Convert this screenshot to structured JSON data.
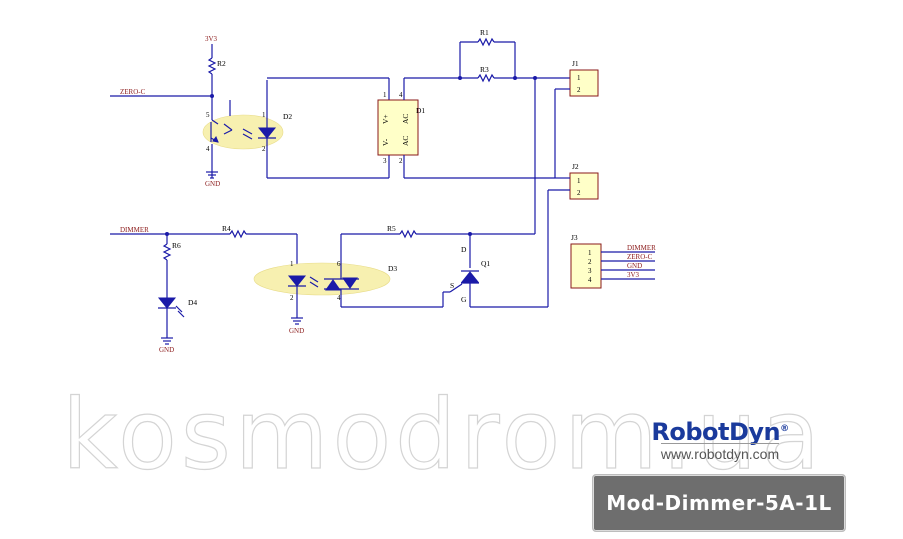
{
  "nets": {
    "v3v3": "3V3",
    "zero_c": "ZERO-C",
    "dimmer": "DIMMER",
    "gnd": "GND"
  },
  "refs": {
    "r1": "R1",
    "r2": "R2",
    "r3": "R3",
    "r4": "R4",
    "r5": "R5",
    "r6": "R6",
    "d1": "D1",
    "d2": "D2",
    "d3": "D3",
    "d4": "D4",
    "q1": "Q1",
    "j1": "J1",
    "j2": "J2",
    "j3": "J3"
  },
  "d1_pins": {
    "vplus": "V+",
    "vminus": "V-",
    "ac1": "AC",
    "ac2": "AC"
  },
  "q1_pins": {
    "d": "D",
    "s": "S",
    "g": "G"
  },
  "pin_numbers": {
    "one": "1",
    "two": "2",
    "three": "3",
    "four": "4",
    "five": "5",
    "six": "6"
  },
  "j3_signals": [
    "DIMMER",
    "ZERO-C",
    "GND",
    "3V3"
  ],
  "watermark": "kosmodrom.ua",
  "brand": {
    "logo": "RobotDyn",
    "registered": "®",
    "url": "www.robotdyn.com"
  },
  "model": "Mod-Dimmer-5A-1L",
  "colors": {
    "wire": "#1a1aa8",
    "net_label": "#8b1a1a",
    "component_fill": "#ffffc8",
    "brand_blue": "#1a3a9c",
    "plate": "#6e6e6e"
  }
}
